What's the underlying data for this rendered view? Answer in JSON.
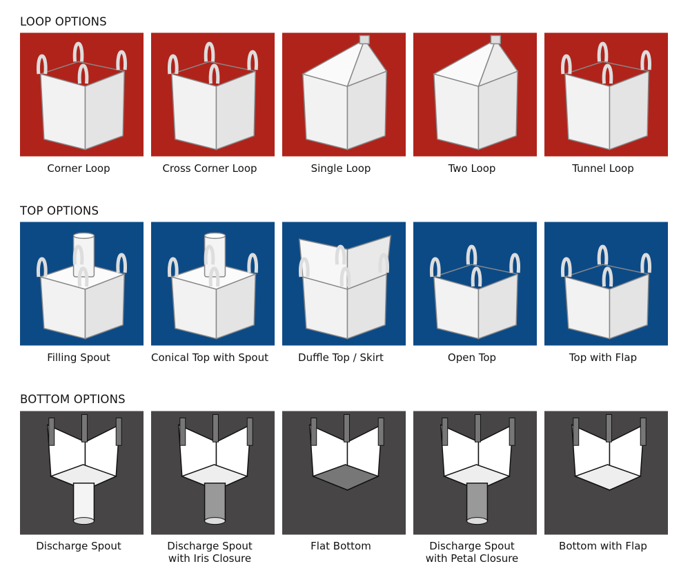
{
  "sections": [
    {
      "title": "LOOP OPTIONS",
      "color": "#b0231b",
      "items": [
        {
          "label": "Corner Loop",
          "icon": "corner-loop-bag"
        },
        {
          "label": "Cross Corner Loop",
          "icon": "cross-corner-loop-bag"
        },
        {
          "label": "Single Loop",
          "icon": "single-loop-bag"
        },
        {
          "label": "Two Loop",
          "icon": "two-loop-bag"
        },
        {
          "label": "Tunnel Loop",
          "icon": "tunnel-loop-bag"
        }
      ]
    },
    {
      "title": "TOP OPTIONS",
      "color": "#0c4a86",
      "items": [
        {
          "label": "Filling Spout",
          "icon": "filling-spout-bag"
        },
        {
          "label": "Conical Top with Spout",
          "icon": "conical-top-bag"
        },
        {
          "label": "Duffle Top / Skirt",
          "icon": "duffle-top-bag"
        },
        {
          "label": "Open Top",
          "icon": "open-top-bag"
        },
        {
          "label": "Top with Flap",
          "icon": "top-flap-bag"
        }
      ]
    },
    {
      "title": "BOTTOM OPTIONS",
      "color": "#484546",
      "items": [
        {
          "label": "Discharge Spout",
          "icon": "discharge-spout-bag"
        },
        {
          "label": "Discharge Spout\nwith Iris Closure",
          "line1": "Discharge Spout",
          "line2": "with Iris Closure",
          "icon": "iris-closure-bag"
        },
        {
          "label": "Flat Bottom",
          "icon": "flat-bottom-bag"
        },
        {
          "label": "Discharge Spout\nwith Petal Closure",
          "line1": "Discharge Spout",
          "line2": "with Petal Closure",
          "icon": "petal-closure-bag"
        },
        {
          "label": "Bottom with Flap",
          "icon": "bottom-flap-bag"
        }
      ]
    }
  ]
}
